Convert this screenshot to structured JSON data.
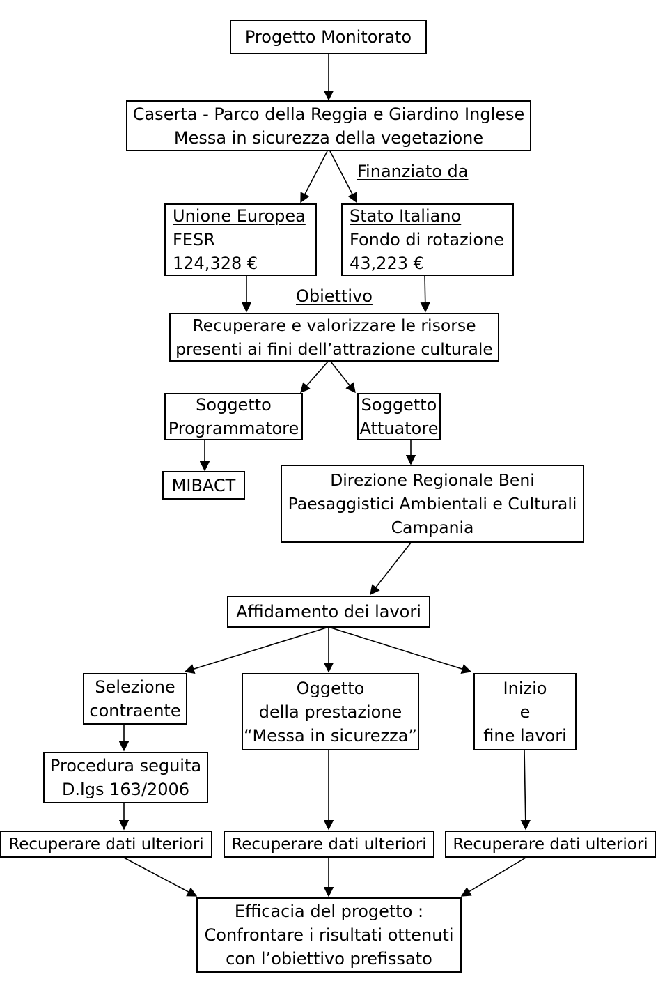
{
  "nodes": {
    "progetto": "Progetto Monitorato",
    "caserta": {
      "line1": "Caserta - Parco della Reggia e Giardino Inglese",
      "line2": "Messa in sicurezza della vegetazione"
    },
    "finanziato_label": "Finanziato da",
    "ue": {
      "title": "Unione Europea",
      "fund": "FESR",
      "amount": "124,328 €"
    },
    "stato": {
      "title": "Stato Italiano",
      "fund": "Fondo di rotazione",
      "amount": "43,223 €"
    },
    "obiettivo_label": "Obiettivo",
    "obiettivo": {
      "line1": "Recuperare e valorizzare le risorse",
      "line2": "presenti ai fini dell’attrazione culturale"
    },
    "programmatore": {
      "line1": "Soggetto",
      "line2": "Programmatore"
    },
    "attuatore": {
      "line1": "Soggetto",
      "line2": "Attuatore"
    },
    "mibact": "MIBACT",
    "direzione": {
      "line1": "Direzione Regionale Beni",
      "line2": "Paesaggistici Ambientali e Culturali",
      "line3": "Campania"
    },
    "affidamento": "Affidamento dei lavori",
    "selezione": {
      "line1": "Selezione",
      "line2": "contraente"
    },
    "oggetto": {
      "line1": "Oggetto",
      "line2": "della prestazione",
      "line3": "“Messa in sicurezza”"
    },
    "inizio": {
      "line1": "Inizio",
      "line2": "e",
      "line3": "fine lavori"
    },
    "procedura": {
      "line1": "Procedura seguita",
      "line2": "D.lgs 163/2006"
    },
    "recuperare_left": "Recuperare dati ulteriori",
    "recuperare_mid": "Recuperare dati ulteriori",
    "recuperare_right": "Recuperare dati ulteriori",
    "efficacia": {
      "line1": "Efficacia del progetto :",
      "line2": "Confrontare i risultati ottenuti",
      "line3": "con l’obiettivo prefissato"
    }
  }
}
